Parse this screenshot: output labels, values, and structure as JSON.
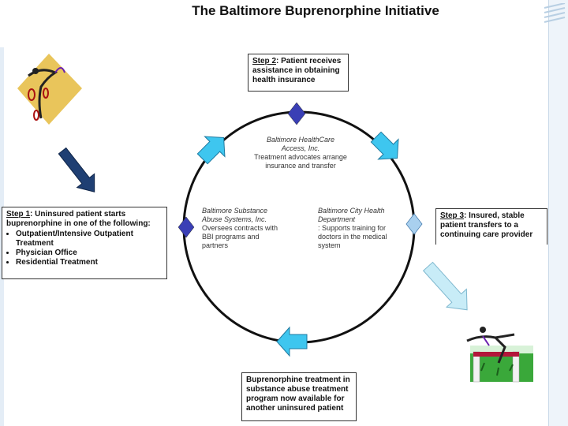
{
  "title": "The Baltimore Buprenorphine Initiative",
  "step2": {
    "label": "Step 2",
    "text": ": Patient receives assistance in obtaining health insurance"
  },
  "step1": {
    "label": "Step 1",
    "text": ": Uninsured patient starts buprenorphine in one of the following:",
    "items": [
      "Outpatient/Intensive Outpatient Treatment",
      "Physician Office",
      "Residential Treatment"
    ]
  },
  "step3": {
    "label": "Step 3",
    "text": ": Insured, stable patient transfers to a continuing care provider"
  },
  "bottom_box": {
    "text": "Buprenorphine treatment in substance abuse treatment program now available for another uninsured patient"
  },
  "circle_labels": {
    "healthcare_access": {
      "name": "Baltimore HealthCare Access, Inc.",
      "desc": "Treatment advocates arrange insurance and transfer"
    },
    "substance_abuse_systems": {
      "name": "Baltimore Substance Abuse Systems, Inc.",
      "desc": "Oversees contracts with BBI programs and partners"
    },
    "health_department": {
      "name": "Baltimore City Health Department",
      "desc": ": Supports training for doctors in the medical system"
    }
  },
  "colors": {
    "circle": "#111111",
    "dark_diamond": "#3a3fb5",
    "light_diamond": "#a9d0ef",
    "cyan_arrow": "#3ec6ef",
    "navy_arrow": "#1f3f73",
    "pale_arrow": "#c8ecf7",
    "logo_bg": "#e9c55b",
    "hurdle_green": "#3aa83a"
  },
  "icons": {
    "logo": "dancer-logo-icon",
    "hurdler": "hurdler-icon"
  }
}
